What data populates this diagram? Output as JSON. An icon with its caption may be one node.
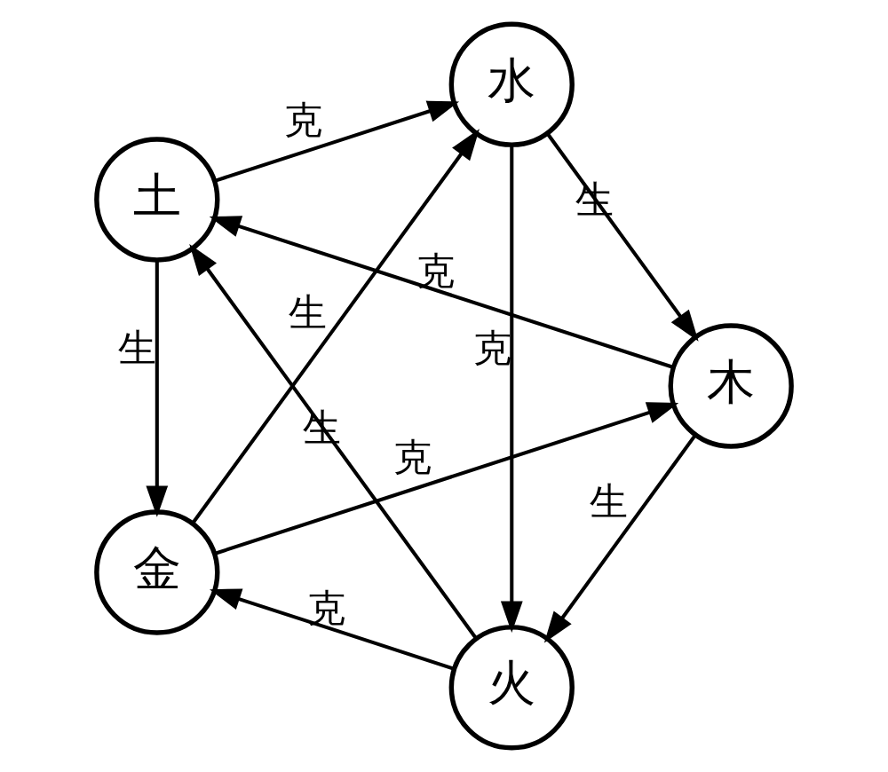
{
  "diagram": {
    "nodes": [
      {
        "text": [
          "火"
        ]
      },
      {
        "text": [
          "木"
        ]
      },
      {
        "text": [
          "土"
        ]
      },
      {
        "text": [
          "水"
        ]
      },
      {
        "text": [
          "金"
        ]
      }
    ],
    "edges": [
      {
        "from": 1,
        "to": 0,
        "arrow": "to",
        "label": "生"
      },
      {
        "from": 0,
        "to": 2,
        "arrow": "to",
        "label": "生"
      },
      {
        "from": 2,
        "to": 4,
        "arrow": "to",
        "label": "生"
      },
      {
        "from": 4,
        "to": 3,
        "arrow": "to",
        "label": "生"
      },
      {
        "from": 3,
        "to": 1,
        "arrow": "to",
        "label": "生"
      },
      {
        "from": 1,
        "to": 2,
        "arrow": "to",
        "label": "克"
      },
      {
        "from": 2,
        "to": 3,
        "arrow": "to",
        "label": "克"
      },
      {
        "from": 3,
        "to": 0,
        "arrow": "to",
        "label": "克"
      },
      {
        "from": 0,
        "to": 4,
        "arrow": "to",
        "label": "克"
      },
      {
        "from": 4,
        "to": 1,
        "arrow": "to",
        "label": "克"
      }
    ]
  }
}
